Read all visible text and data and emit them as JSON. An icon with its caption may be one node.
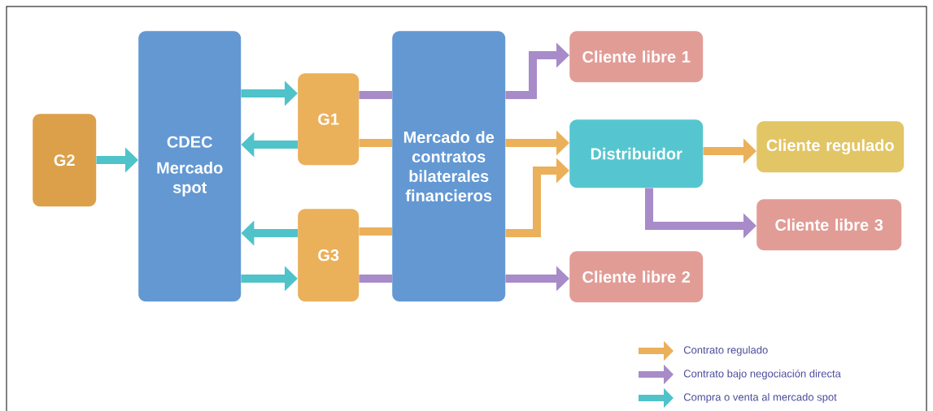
{
  "diagram": {
    "nodes": [
      {
        "text": [
          "G2"
        ]
      },
      {
        "text": [
          "CDEC",
          "Mercado spot"
        ]
      },
      {
        "text": [
          "G1"
        ]
      },
      {
        "text": [
          "G3"
        ]
      },
      {
        "text": [
          "Mercado de contratos bilaterales financieros"
        ]
      },
      {
        "text": [
          "Cliente libre 1"
        ]
      },
      {
        "text": [
          "Distribuidor"
        ]
      },
      {
        "text": [
          "Cliente regulado"
        ]
      },
      {
        "text": [
          "Cliente libre 3"
        ]
      },
      {
        "text": [
          "Cliente libre 2"
        ]
      }
    ],
    "edges": [
      {
        "from": 0,
        "to": 1,
        "arrow": "to",
        "color": "#4fc3c9"
      },
      {
        "from": 1,
        "to": 2,
        "arrow": "to",
        "color": "#4fc3c9"
      },
      {
        "from": 2,
        "to": 1,
        "arrow": "to",
        "color": "#4fc3c9"
      },
      {
        "from": 3,
        "to": 1,
        "arrow": "to",
        "color": "#4fc3c9"
      },
      {
        "from": 1,
        "to": 3,
        "arrow": "to",
        "color": "#4fc3c9"
      },
      {
        "from": 2,
        "to": 4,
        "arrow": "none",
        "color": "#a88bc9"
      },
      {
        "from": 2,
        "to": 4,
        "arrow": "none",
        "color": "#ebb05a"
      },
      {
        "from": 3,
        "to": 4,
        "arrow": "none",
        "color": "#ebb05a"
      },
      {
        "from": 3,
        "to": 4,
        "arrow": "none",
        "color": "#a88bc9"
      },
      {
        "from": 4,
        "to": 5,
        "arrow": "to",
        "color": "#a88bc9"
      },
      {
        "from": 4,
        "to": 6,
        "arrow": "to",
        "color": "#ebb05a"
      },
      {
        "from": 4,
        "to": 6,
        "arrow": "to",
        "color": "#ebb05a"
      },
      {
        "from": 4,
        "to": 9,
        "arrow": "to",
        "color": "#a88bc9"
      },
      {
        "from": 6,
        "to": 7,
        "arrow": "to",
        "color": "#ebb05a"
      },
      {
        "from": 6,
        "to": 8,
        "arrow": "to",
        "color": "#a88bc9"
      }
    ],
    "legend": [
      {
        "text": "Contrato regulado",
        "color": "#ebb05a"
      },
      {
        "text": "Contrato bajo negociación directa",
        "color": "#a88bc9"
      },
      {
        "text": "Compra o venta al mercado spot",
        "color": "#4fc3c9"
      }
    ]
  }
}
